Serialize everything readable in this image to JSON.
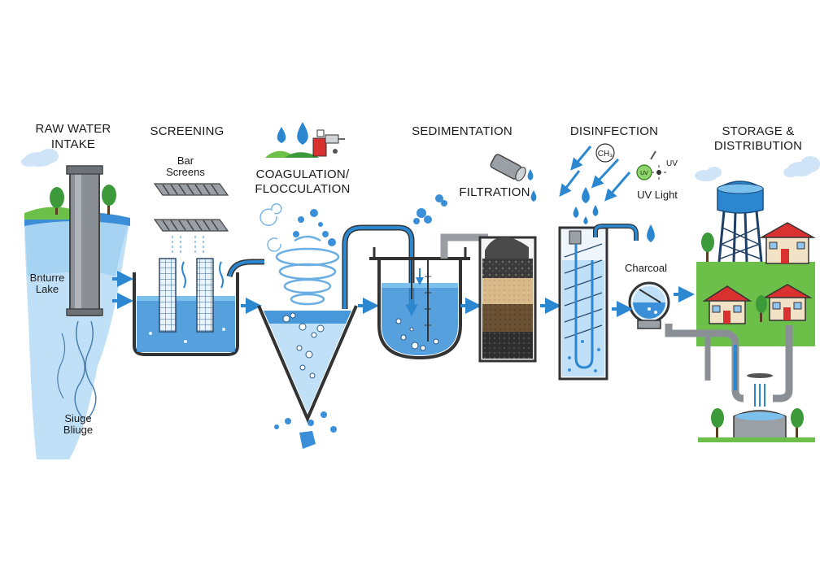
{
  "stages": {
    "intake": {
      "title_line1": "RAW WATER",
      "title_line2": "INTAKE",
      "lake_line1": "Bnturre",
      "lake_line2": "Lake",
      "sludge_line1": "Siuge",
      "sludge_line2": "Bliuge"
    },
    "screening": {
      "title": "SCREENING",
      "bar_line1": "Bar",
      "bar_line2": "Screens"
    },
    "coagulation": {
      "title_line1": "COAGULATION/",
      "title_line2": "FLOCCULATION"
    },
    "sedimentation": {
      "title": "SEDIMENTATION"
    },
    "filtration": {
      "title": "FILTRATION"
    },
    "disinfection": {
      "title": "DISINFECTION",
      "chem_badge": "CH₃",
      "uv_small": "UV",
      "uv_label": "UV Light",
      "uv_badge": "UV",
      "charcoal": "Charcoal"
    },
    "storage": {
      "title_line1": "STORAGE &",
      "title_line2": "DISTRIBUTION"
    }
  },
  "colors": {
    "water": "#3a8fd8",
    "water_light": "#bfe0f6",
    "pipe": "#2c87d1",
    "outline": "#333333",
    "grass": "#6cc04a",
    "tree": "#3c9a3a",
    "roof": "#d93030"
  }
}
